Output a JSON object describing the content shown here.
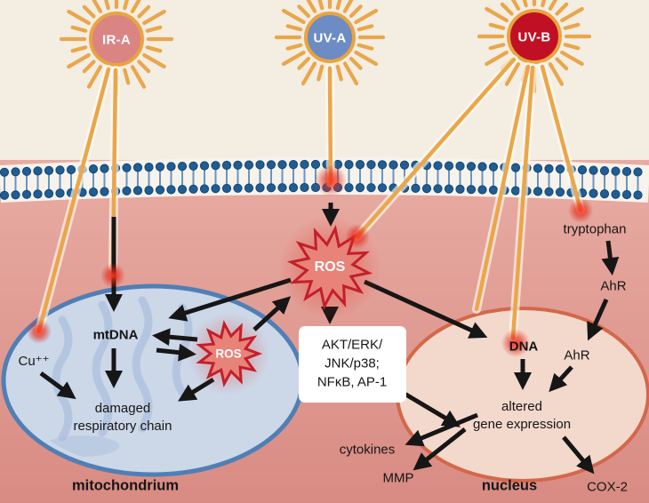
{
  "sources": {
    "ira_label": "IR-A",
    "uva_label": "UV-A",
    "uvb_label": "UV-B"
  },
  "labels": {
    "cu": "Cu⁺⁺",
    "mtdna": "mtDNA",
    "ros_mito": "ROS",
    "ros_central": "ROS",
    "damaged_lines": [
      "damaged",
      "respiratory chain"
    ],
    "kinases_lines": [
      "AKT/ERK/",
      "JNK/p38;",
      "NFκB, AP-1"
    ],
    "mitochondrium": "mitochondrium",
    "nucleus": "nucleus",
    "tryptophan": "tryptophan",
    "ahr_cytoplasm": "AhR",
    "ahr_nucleus": "AhR",
    "dna": "DNA",
    "altered_lines": [
      "altered",
      "gene expression"
    ],
    "cytokines": "cytokines",
    "mmp": "MMP",
    "cox2": "COX-2"
  },
  "colors": {
    "ira_fill": "#db8484",
    "uva_fill": "#6d8cc3",
    "uvb_fill": "#c11023",
    "ray_orange": "#eaa64a",
    "glow_red": "#e22718",
    "ros_fill": "#e8837a",
    "ros_stroke": "#c31f2a",
    "mitochondrium_fill": "#ccd7e8",
    "mitochondrium_stroke": "#4f7fb5",
    "nucleus_fill": "#f3d8cc",
    "nucleus_stroke": "#d4674a",
    "membrane_head_blue": "#1f5d94",
    "cell_background": "#e0968e",
    "arrow_black": "#161616"
  }
}
